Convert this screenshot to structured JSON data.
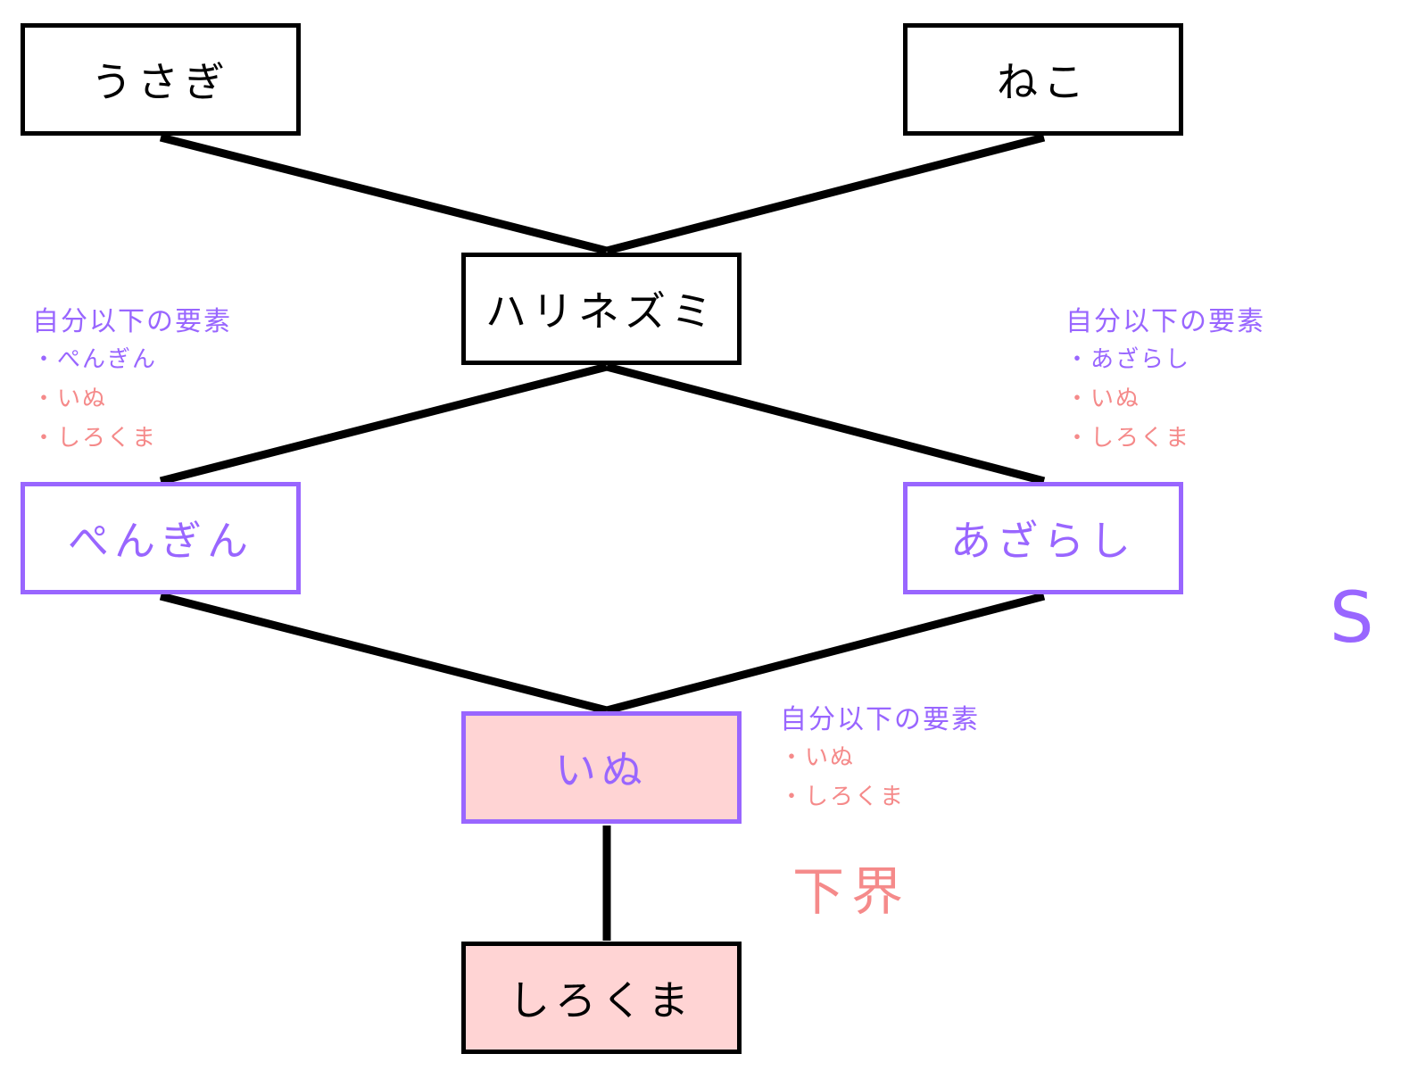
{
  "nodes": {
    "usagi": "うさぎ",
    "neko": "ねこ",
    "harinezumi": "ハリネズミ",
    "pengin": "ぺんぎん",
    "azarashi": "あざらし",
    "inu": "いぬ",
    "shirokuma": "しろくま"
  },
  "notes": {
    "left": {
      "header": "自分以下の要素",
      "items": [
        "・ぺんぎん",
        "・いぬ",
        "・しろくま"
      ]
    },
    "right": {
      "header": "自分以下の要素",
      "items": [
        "・あざらし",
        "・いぬ",
        "・しろくま"
      ]
    },
    "inu": {
      "header": "自分以下の要素",
      "items": [
        "・いぬ",
        "・しろくま"
      ]
    }
  },
  "lower_bound_label": "下界",
  "set_label": "S",
  "colors": {
    "purple": "#9966ff",
    "pink_text": "#f58a8a",
    "pink_fill": "#ffd4d4",
    "black": "#000000"
  }
}
